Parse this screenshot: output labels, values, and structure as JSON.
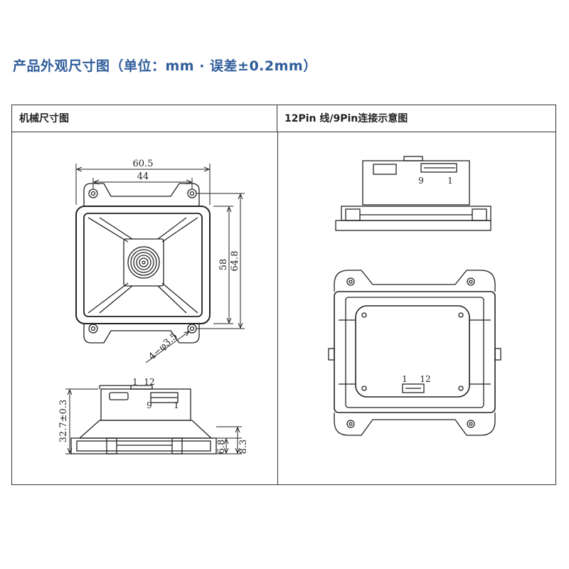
{
  "title": "产品外观尺寸图（单位：mm · 误差±0.2mm）",
  "panels": {
    "left": {
      "header": "机械尺寸图"
    },
    "right": {
      "header": "12Pin 线/9Pin连接示意图"
    }
  },
  "dimensions": {
    "width_outer": "60.5",
    "width_holes": "44",
    "height_holes": "58",
    "height_outer": "64.8",
    "hole_spec": "4−φ3.5",
    "side_height": "32.7±0.3",
    "side_h1": "6.8",
    "side_h2": "8.3",
    "side_pin_left": "1",
    "side_pin_right": "12",
    "side_pin_bottom_left": "9",
    "side_pin_bottom_right": "1"
  },
  "pin_labels": {
    "top_left": "9",
    "top_right": "1",
    "bottom_left": "1",
    "bottom_right": "12"
  }
}
